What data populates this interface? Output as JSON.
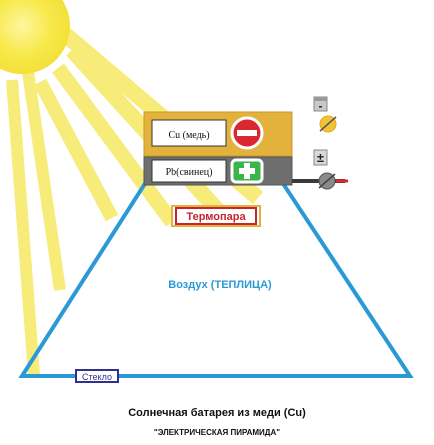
{
  "copper_label": "Cu (медь)",
  "lead_label": "Pb(свинец)",
  "thermocouple_label": "Термопара",
  "air_label": "Воздух (ТЕПЛИЦА)",
  "glass_label": "Стекло",
  "caption": "Солнечная батарея из меди (Cu)",
  "subcaption": "\"ЭЛЕКТРИЧЕСКАЯ ПИРАМИДА\"",
  "minus_terminal_sign": "-",
  "plus_terminal_sign": "±",
  "colors": {
    "sun": "#f7e94a",
    "sun_rays": "#f7ec7a",
    "copper_plate": "#e3b23c",
    "lead_plate": "#6e6e6e",
    "pyramid_outline": "#2a9ad6",
    "minus_button": "#d9282f",
    "plus_button": "#39b54a",
    "thermocouple_border": "#c1272d",
    "glass_border": "#2e3192"
  },
  "icons": {
    "sun": "sun-icon",
    "minus": "minus-icon",
    "plus": "plus-icon",
    "battery_minus": "battery-minus-icon",
    "battery_plus": "battery-plus-icon"
  }
}
